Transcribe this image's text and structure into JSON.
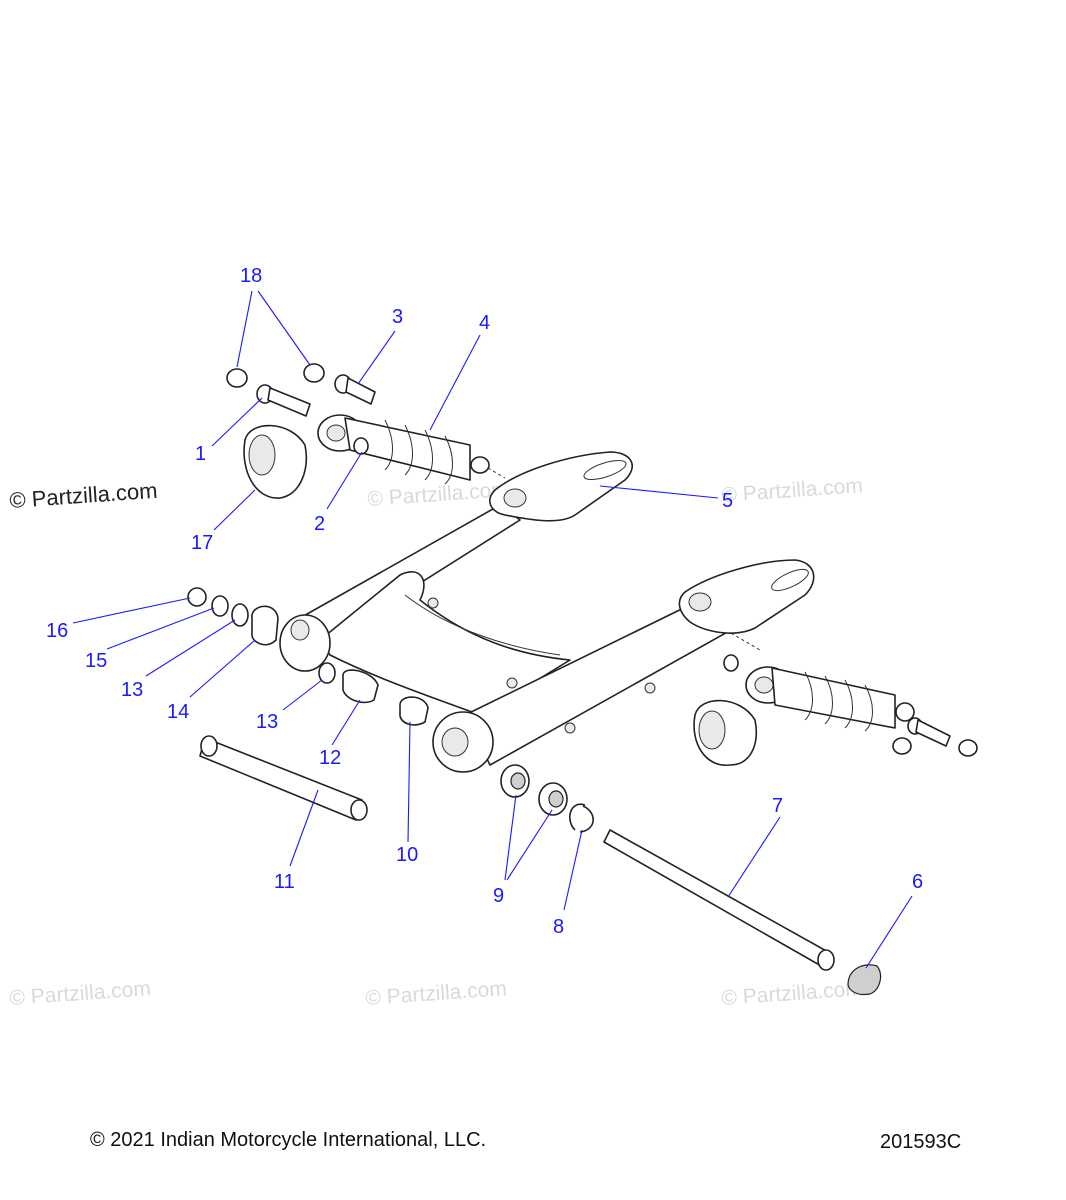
{
  "watermark": {
    "main": "© Partzilla.com",
    "faint": "© Partzilla.com"
  },
  "callouts": {
    "c1": "1",
    "c2": "2",
    "c3": "3",
    "c4": "4",
    "c5": "5",
    "c6": "6",
    "c7": "7",
    "c8": "8",
    "c9": "9",
    "c10": "10",
    "c11": "11",
    "c12": "12",
    "c13a": "13",
    "c13b": "13",
    "c14": "14",
    "c15": "15",
    "c16": "16",
    "c17": "17",
    "c18": "18"
  },
  "footer": {
    "copyright": "© 2021 Indian Motorcycle International, LLC.",
    "diagram_id": "201593C"
  },
  "colors": {
    "callout": "#1a1aff",
    "line_art": "#222222",
    "watermark": "#d9d9d9"
  }
}
